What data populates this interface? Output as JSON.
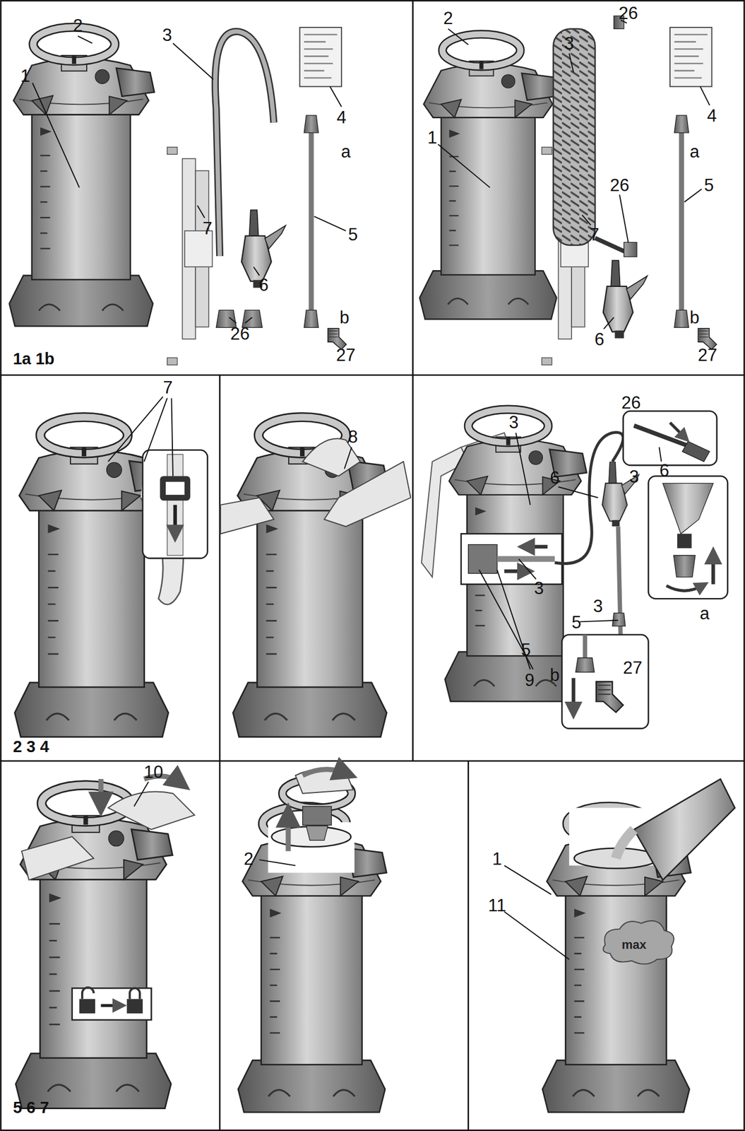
{
  "diagram": {
    "labels": [
      "2",
      "3",
      "1",
      "4",
      "a",
      "7",
      "5",
      "6",
      "26",
      "b",
      "27",
      "1a 1b",
      "2",
      "26",
      "3",
      "4",
      "a",
      "1",
      "26",
      "5",
      "7",
      "6",
      "b",
      "27",
      "7",
      "8",
      "3",
      "26",
      "3",
      "6",
      "6",
      "3",
      "3",
      "5",
      "a",
      "5",
      "b",
      "27",
      "9",
      "2 3 4",
      "10",
      "2",
      "1",
      "11",
      "max",
      "5 6 7"
    ]
  }
}
